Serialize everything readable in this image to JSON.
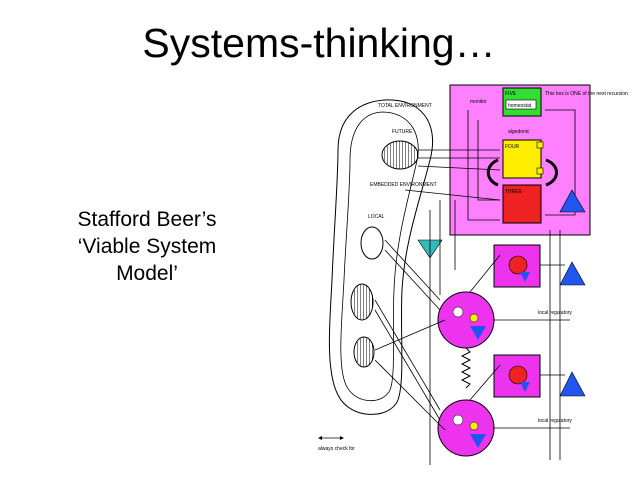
{
  "slide": {
    "title": "Systems-thinking…",
    "caption_lines": [
      "Stafford Beer’s",
      "‘Viable System",
      "Model’"
    ]
  },
  "diagram": {
    "env_labels": {
      "total": "TOTAL ENVIRONMENT",
      "future": "FUTURE",
      "embedded": "EMBEDDED ENVIRONMENT",
      "local": "LOCAL"
    },
    "meta_labels": {
      "monitor": "monitor",
      "note": "This box is ONE of the next recursion",
      "five": "FIVE",
      "homeostat": "homeostat",
      "algedonic": "algedonic",
      "four": "FOUR",
      "three": "THREE"
    },
    "op_labels": {
      "local_regulatory_1": "local regulatory",
      "local_regulatory_2": "local regulatory",
      "legend": "always check for"
    },
    "colors": {
      "pink_box": "#ff80ff",
      "green": "#33dd33",
      "yellow": "#ffee00",
      "red": "#ee2222",
      "magenta": "#ee33ee",
      "blue": "#2255ee",
      "teal": "#33bbbb"
    }
  }
}
